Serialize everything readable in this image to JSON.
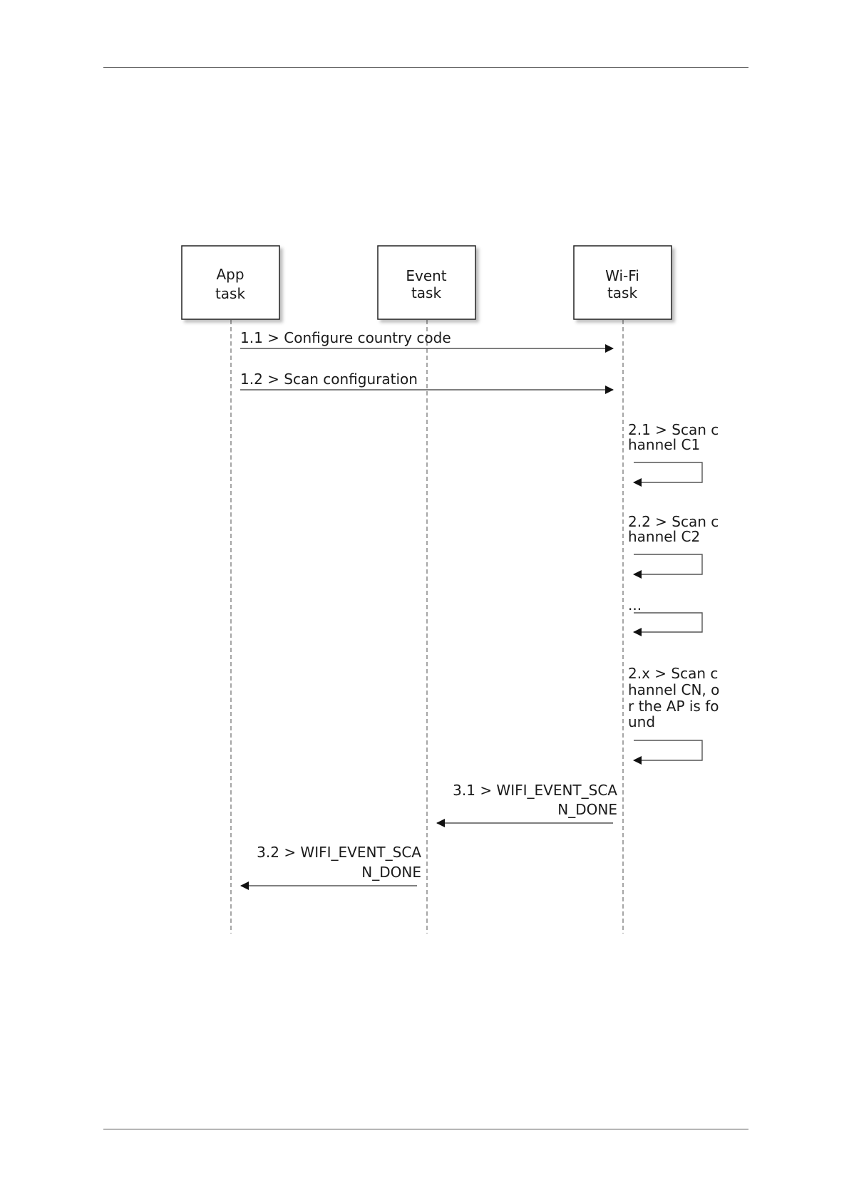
{
  "participants": [
    {
      "lines": [
        "App",
        "task"
      ]
    },
    {
      "lines": [
        "Event",
        "task"
      ]
    },
    {
      "lines": [
        "Wi-Fi",
        "task"
      ]
    }
  ],
  "messages": [
    {
      "lines": [
        "1.1 > Configure country code"
      ]
    },
    {
      "lines": [
        "1.2 > Scan configuration"
      ]
    },
    {
      "lines": [
        "2.1 > Scan c",
        "hannel C1"
      ]
    },
    {
      "lines": [
        "2.2 > Scan c",
        "hannel C2"
      ]
    },
    {
      "lines": [
        "..."
      ]
    },
    {
      "lines": [
        "2.x > Scan c",
        "hannel CN, o",
        "r the AP is fo",
        "und"
      ]
    },
    {
      "lines": [
        "3.1 > WIFI_EVENT_SCA",
        "N_DONE"
      ]
    },
    {
      "lines": [
        "3.2 > WIFI_EVENT_SCA",
        "N_DONE"
      ]
    }
  ]
}
